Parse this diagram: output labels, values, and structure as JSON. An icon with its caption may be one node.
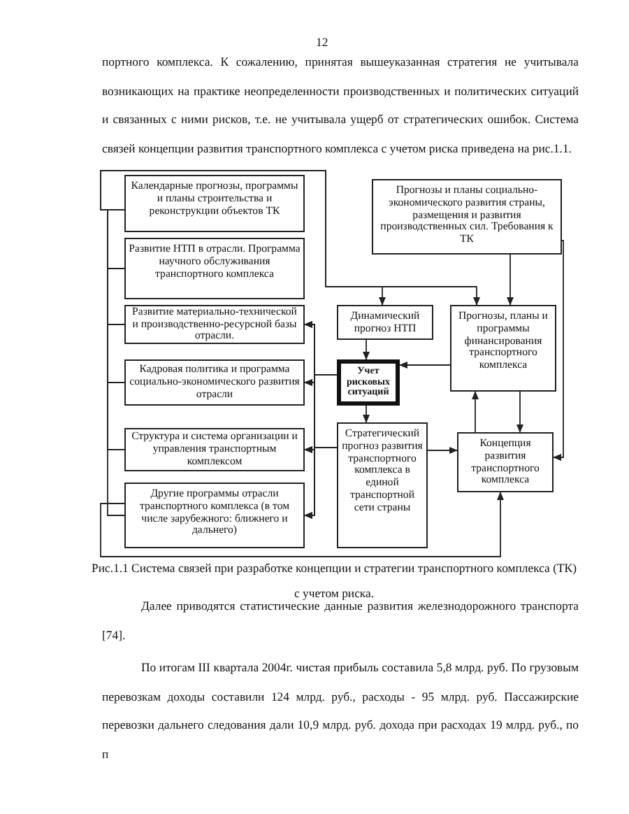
{
  "diagram": {
    "caption": "Рис.1.1 Система связей при разработке концепции и стратегии транспортного комплекса (ТК) с учетом риска.",
    "nodes": [
      {
        "text": [
          "Календарные прогнозы, программы и планы строительства и реконструкции объектов ТК"
        ]
      },
      {
        "text": [
          "Развитие НТП в отрасли. Программа научного обслуживания транспортного комплекса"
        ]
      },
      {
        "text": [
          "Развитие материально-технической и производственно-ресурсной базы отрасли."
        ]
      },
      {
        "text": [
          "Кадровая политика и программа социально-экономического развития отрасли"
        ]
      },
      {
        "text": [
          "Структура и система организации и управления транспортным комплексом"
        ]
      },
      {
        "text": [
          "Другие программы отрасли транспортного комплекса (в том числе зарубежного: ближнего и дальнего)"
        ]
      },
      {
        "text": [
          "Прогнозы и планы социально-экономического развития страны, размещения и развития производственных сил. Требования к ТК"
        ]
      },
      {
        "text": [
          "Динамический прогноз НТП"
        ]
      },
      {
        "text": [
          "Прогнозы, планы и программы финансирования транспортного комплекса"
        ]
      },
      {
        "text": [
          "Учет рисковых ситуаций"
        ]
      },
      {
        "text": [
          "Стратегический прогноз развития транспортного комплекса в единой транспортной сети страны"
        ]
      },
      {
        "text": [
          "Концепция развития транспортного комплекса"
        ]
      }
    ],
    "edges": [
      {
        "from": 0,
        "to": 7,
        "arrow": "to"
      },
      {
        "from": 0,
        "to": 8,
        "arrow": "to"
      },
      {
        "from": 0,
        "to": 1,
        "arrow": "none"
      },
      {
        "from": 0,
        "to": 2,
        "arrow": "none"
      },
      {
        "from": 0,
        "to": 3,
        "arrow": "none"
      },
      {
        "from": 0,
        "to": 4,
        "arrow": "none"
      },
      {
        "from": 0,
        "to": 5,
        "arrow": "none"
      },
      {
        "from": 6,
        "to": 8,
        "arrow": "to"
      },
      {
        "from": 6,
        "to": 11,
        "arrow": "to"
      },
      {
        "from": 7,
        "to": 9,
        "arrow": "to"
      },
      {
        "from": 8,
        "to": 9,
        "arrow": "to"
      },
      {
        "from": 9,
        "to": 2,
        "arrow": "to"
      },
      {
        "from": 9,
        "to": 3,
        "arrow": "to"
      },
      {
        "from": 9,
        "to": 4,
        "arrow": "to"
      },
      {
        "from": 9,
        "to": 5,
        "arrow": "to"
      },
      {
        "from": 9,
        "to": 10,
        "arrow": "to"
      },
      {
        "from": 10,
        "to": 2,
        "arrow": "to"
      },
      {
        "from": 10,
        "to": 3,
        "arrow": "to"
      },
      {
        "from": 10,
        "to": 4,
        "arrow": "to"
      },
      {
        "from": 10,
        "to": 5,
        "arrow": "to"
      },
      {
        "from": 10,
        "to": 11,
        "arrow": "to"
      },
      {
        "from": 11,
        "to": 8,
        "arrow": "to"
      },
      {
        "from": 8,
        "to": 11,
        "arrow": "to"
      },
      {
        "from": 5,
        "to": 11,
        "arrow": "to"
      }
    ],
    "labels": [
      "12",
      "портного комплекса. К сожалению, принятая вышеуказанная стратегия не учитывала возникающих на практике неопределенности производственных и политических ситуаций и связанных с ними рисков, т.е. не учитывала ущерб от стратегических ошибок. Система связей концепции развития транспортного комплекса с учетом риска приведена на рис.1.1.",
      "Далее приводятся статистические данные развития железнодорожного транспорта [74].",
      "По итогам III квартала 2004г. чистая прибыль составила 5,8 млрд. руб. По грузовым перевозкам доходы составили 124 млрд. руб., расходы - 95 млрд. руб. Пассажирские перевозки дальнего следования дали 10,9 млрд. руб. дохода при расходах 19 млрд. руб., по п"
    ]
  }
}
